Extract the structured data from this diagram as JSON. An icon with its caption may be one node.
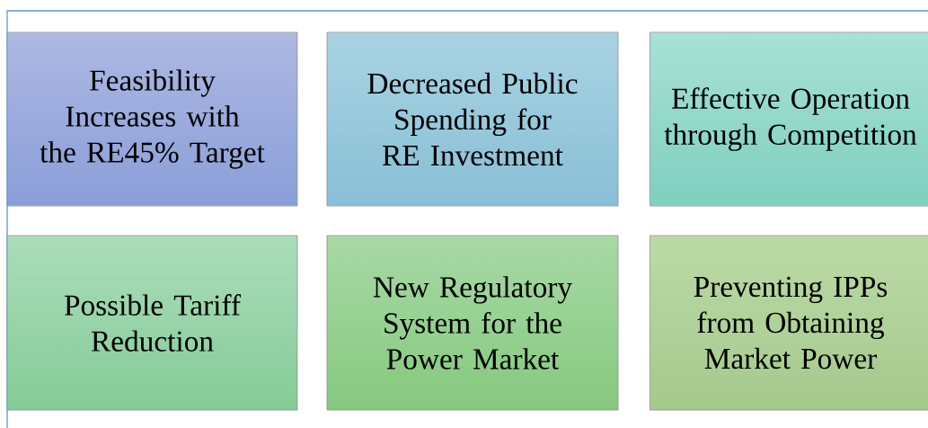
{
  "diagram": {
    "nodes": [
      {
        "text": [
          "Feasibility Increases with the RE45% Target"
        ]
      },
      {
        "text": [
          "Decreased Public Spending for RE Investment"
        ]
      },
      {
        "text": [
          "Effective Operation through Competition"
        ]
      },
      {
        "text": [
          "Possible Tariff Reduction"
        ]
      },
      {
        "text": [
          "New Regulatory System for the Power Market"
        ]
      },
      {
        "text": [
          "Preventing IPPs from Obtaining Market Power"
        ]
      }
    ]
  }
}
